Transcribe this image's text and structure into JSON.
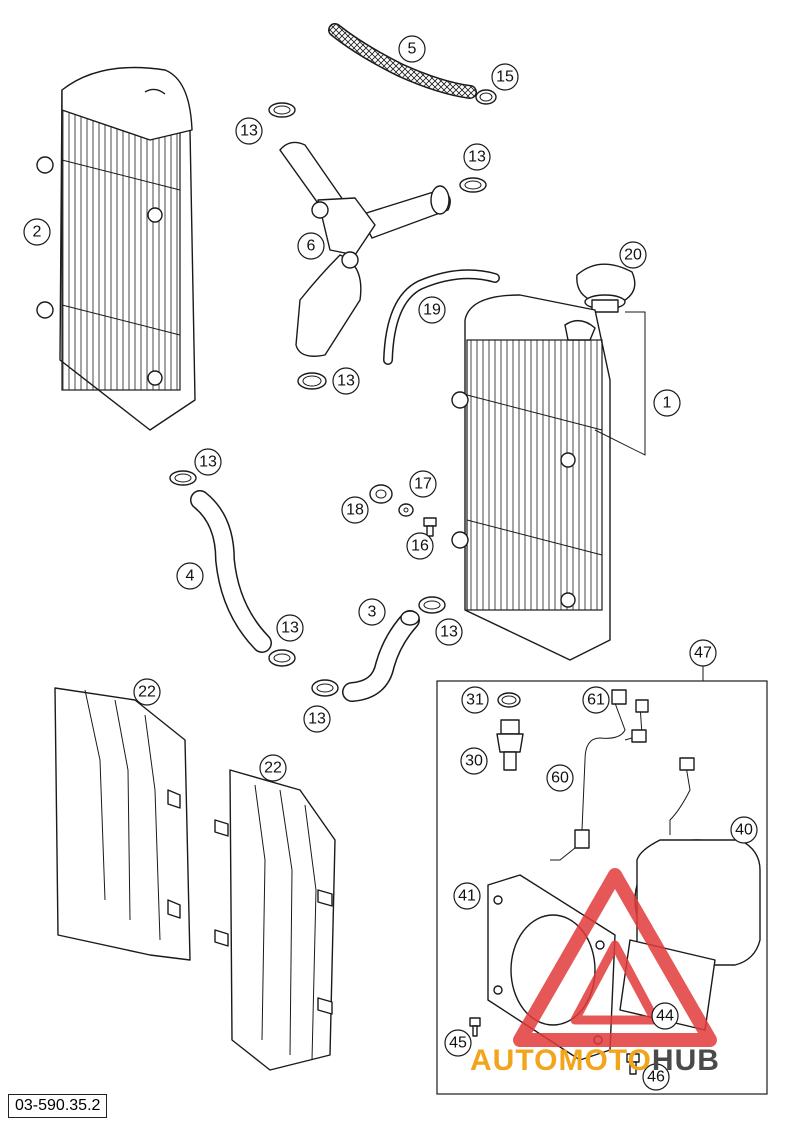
{
  "diagram": {
    "code": "03-590.35.2",
    "watermark": {
      "part1": "AUTOMOTO",
      "part2": "HUB",
      "color1": "#f2a51a",
      "color2": "#4a4a4a",
      "logo_color": "#e23b3b"
    },
    "callouts": [
      "1",
      "2",
      "3",
      "4",
      "5",
      "6",
      "13",
      "15",
      "16",
      "17",
      "18",
      "19",
      "20",
      "22",
      "30",
      "31",
      "40",
      "41",
      "44",
      "45",
      "46",
      "47",
      "60",
      "61"
    ]
  }
}
